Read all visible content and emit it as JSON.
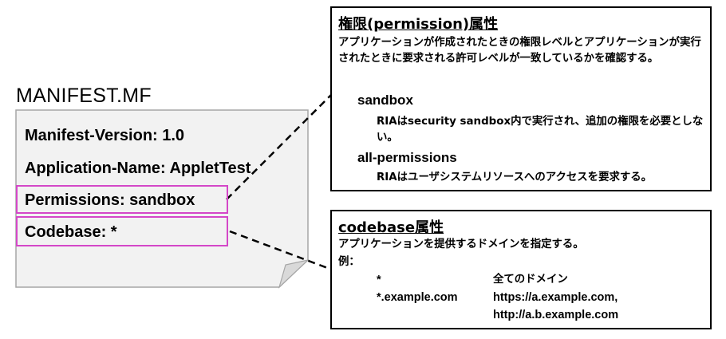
{
  "manifest": {
    "title": "MANIFEST.MF",
    "lines": [
      "Manifest-Version: 1.0",
      "Application-Name: AppletTest",
      "Permissions: sandbox",
      "Codebase: *"
    ]
  },
  "permission_box": {
    "title": "権限(permission)属性",
    "description": "アプリケーションが作成されたときの権限レベルとアプリケーションが実行されたときに要求される許可レベルが一致しているかを確認する。",
    "sandbox_label": "sandbox",
    "sandbox_desc": "RIAはsecurity sandbox内で実行され、追加の権限を必要としない。",
    "all_permissions_label": "all-permissions",
    "all_permissions_desc": "RIAはユーザシステムリソースへのアクセスを要求する。"
  },
  "codebase_box": {
    "title": "codebase属性",
    "description": "アプリケーションを提供するドメインを指定する。",
    "example_label": "例：",
    "examples": [
      {
        "pattern": "*",
        "meaning": "全てのドメイン"
      },
      {
        "pattern": "*.example.com",
        "meaning": "https://a.example.com,"
      },
      {
        "pattern": "",
        "meaning": "http://a.b.example.com"
      }
    ]
  },
  "colors": {
    "highlight": "#d447c8",
    "document_fill": "#f2f2f2",
    "document_border": "#a6a6a6"
  }
}
